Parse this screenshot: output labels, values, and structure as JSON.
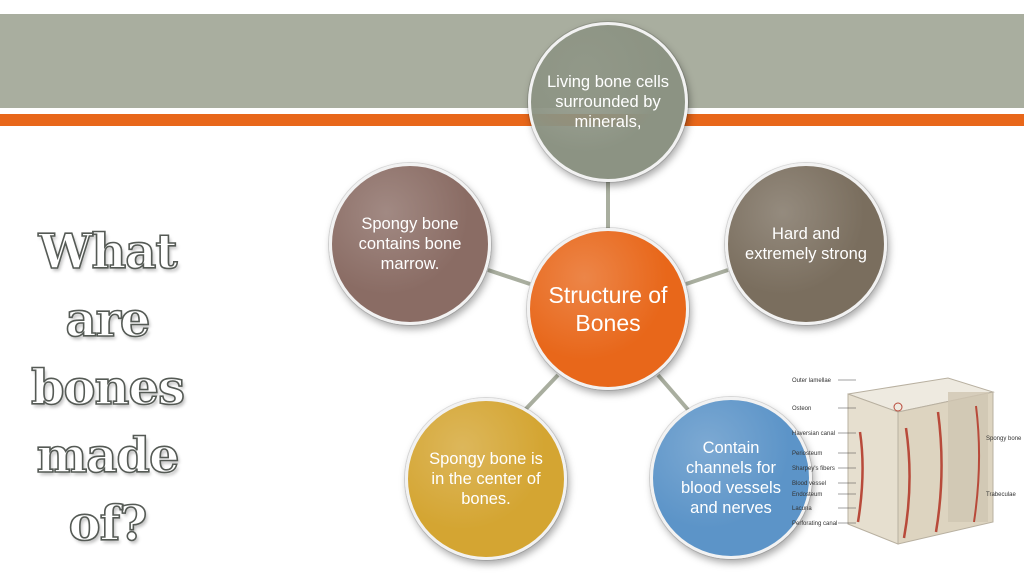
{
  "colors": {
    "header_band": "#a9ae9f",
    "accent_band": "#e8671a",
    "connector": "#a9ae9f",
    "center": "#e8671a",
    "top": "#8c9383",
    "right": "#7a6e5e",
    "left": "#8a6c64",
    "bottom_left": "#d4a532",
    "bottom_right": "#5c94c8"
  },
  "title": {
    "line1": "What are",
    "line2": "bones",
    "line3": "made of?"
  },
  "diagram": {
    "center": "Structure of Bones",
    "top": "Living bone cells surrounded by minerals,",
    "right": "Hard and extremely strong",
    "left": "Spongy bone contains bone marrow.",
    "bottom_left": "Spongy bone is in the center of bones.",
    "bottom_right": "Contain channels for blood vessels and nerves"
  },
  "figure": {
    "labels_left": [
      "Outer lamellae",
      "Osteon",
      "Haversian canal",
      "Periosteum",
      "Sharpey's fibers",
      "Blood vessel",
      "Endosteum",
      "Lacuna",
      "Perforating canal"
    ],
    "labels_right": [
      "Spongy bone",
      "Trabeculae"
    ]
  }
}
